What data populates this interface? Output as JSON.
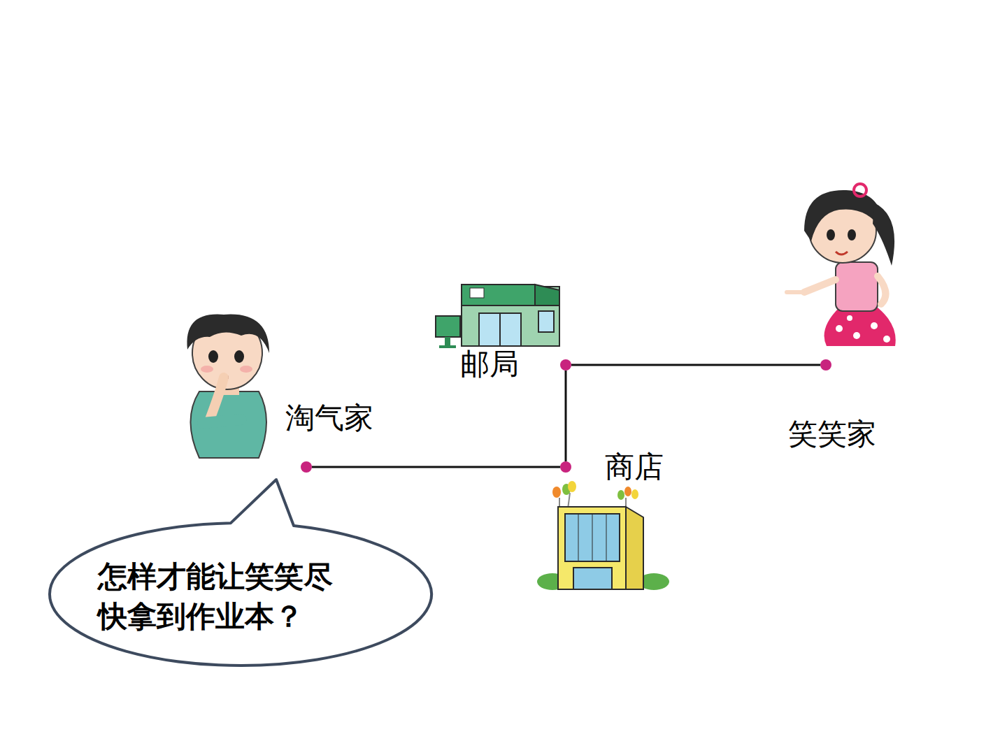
{
  "diagram": {
    "nodes": [
      {
        "text": [
          "淘气家"
        ]
      },
      {
        "text": [
          "邮局"
        ]
      },
      {
        "text": [
          "商店"
        ]
      },
      {
        "text": [
          "笑笑家"
        ]
      },
      {
        "text": [
          "怎样才能让笑笑尽 快拿到作业本？"
        ]
      }
    ],
    "edges": [
      {
        "from": 0,
        "to": 2,
        "arrow": "none"
      },
      {
        "from": 2,
        "to": 1,
        "arrow": "none"
      },
      {
        "from": 1,
        "to": 3,
        "arrow": "none"
      }
    ]
  }
}
